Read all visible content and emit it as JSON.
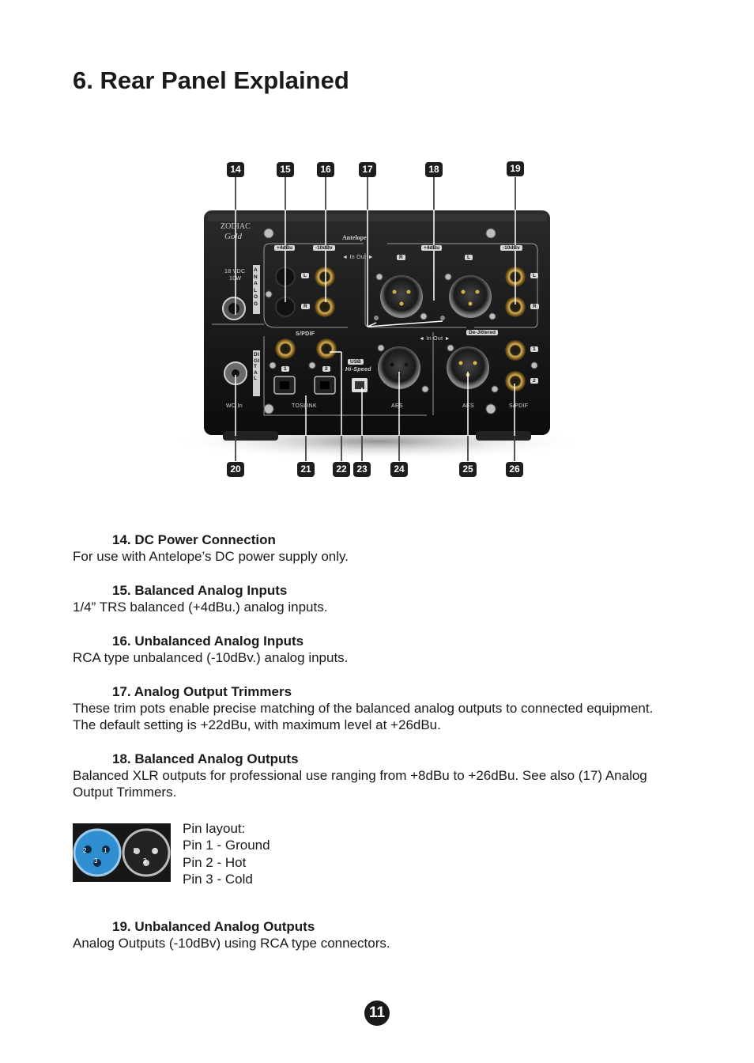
{
  "page": {
    "title": "6. Rear Panel Explained",
    "number": "11"
  },
  "figure": {
    "callouts_top": [
      "14",
      "15",
      "16",
      "17",
      "18",
      "19"
    ],
    "callouts_bottom": [
      "20",
      "21",
      "22",
      "23",
      "24",
      "25",
      "26"
    ],
    "panel_labels": {
      "brand_line1": "ZODIAC",
      "brand_line2": "Gold",
      "logo": "Antelope",
      "power": "18 VDC",
      "power_watts": "10W",
      "analog_vertical": "ANALOG",
      "digital_vertical": "DIGITAL",
      "in_plus4": "+4dBu",
      "in_minus10": "-10dBv",
      "in_out_top": "◄ In   Out ►",
      "out_plus4": "+4dBu",
      "out_minus10": "-10dBv",
      "ch_l": "L",
      "ch_r": "R",
      "spdif": "S/PDIF",
      "in_out_bottom": "◄ In   Out ►",
      "dejittered": "De-Jittered",
      "usb": "USB",
      "hispeed": "Hi-Speed",
      "toslink": "TOSLINK",
      "aes_in": "AES",
      "aes_out": "AES",
      "spdif_out": "S/PDIF",
      "wc_in": "WC In",
      "n1": "1",
      "n2": "2"
    }
  },
  "sections": [
    {
      "heading": "14. DC Power Connection",
      "body": [
        "For use with  Antelope’s DC power supply only."
      ]
    },
    {
      "heading": "15. Balanced Analog Inputs",
      "body": [
        "1/4” TRS balanced (+4dBu.) analog inputs."
      ]
    },
    {
      "heading": "16. Unbalanced Analog Inputs",
      "body": [
        "RCA type unbalanced (-10dBv.) analog inputs."
      ]
    },
    {
      "heading": "17. Analog Output Trimmers",
      "body": [
        "These trim pots enable precise matching of the balanced analog outputs to connected equipment.",
        "The default setting is +22dBu, with maximum level at +26dBu."
      ]
    },
    {
      "heading": "18. Balanced Analog Outputs",
      "body": [
        "Balanced XLR outputs for professional use ranging from  +8dBu to +26dBu.  See also (17) Analog",
        "Output Trimmers."
      ]
    },
    {
      "heading": "19. Unbalanced Analog Outputs",
      "body": [
        "Analog Outputs (-10dBv) using RCA type connectors."
      ]
    }
  ],
  "pin_layout": {
    "lines": [
      "Pin layout:",
      "Pin 1 - Ground",
      "Pin 2 - Hot",
      "Pin 3 - Cold"
    ],
    "female_pins": [
      "2",
      "1",
      "3"
    ],
    "male_pins": [
      "1",
      "2",
      "3"
    ]
  }
}
